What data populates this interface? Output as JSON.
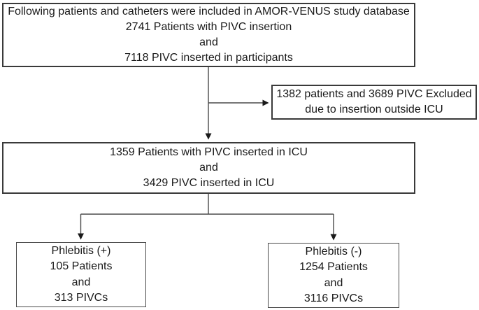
{
  "diagram": {
    "type": "flowchart",
    "colors": {
      "background": "#ffffff",
      "box_border": "#3a3a3a",
      "connector": "#4a4a4a",
      "text": "#1a1a1a"
    },
    "boxes": {
      "top": {
        "lines": [
          "Following patients and catheters were included in AMOR-VENUS study database",
          "2741 Patients with PIVC insertion",
          "and",
          "7118 PIVC inserted in participants"
        ]
      },
      "excluded": {
        "lines": [
          "1382 patients and 3689 PIVC Excluded",
          "due to insertion outside ICU"
        ]
      },
      "icu": {
        "lines": [
          "1359 Patients with PIVC inserted in ICU",
          "and",
          "3429 PIVC inserted in ICU"
        ]
      },
      "phlebitis_positive": {
        "lines": [
          "Phlebitis (+)",
          "105 Patients",
          "and",
          "313 PIVCs"
        ]
      },
      "phlebitis_negative": {
        "lines": [
          "Phlebitis (-)",
          "1254 Patients",
          "and",
          "3116 PIVCs"
        ]
      }
    }
  }
}
